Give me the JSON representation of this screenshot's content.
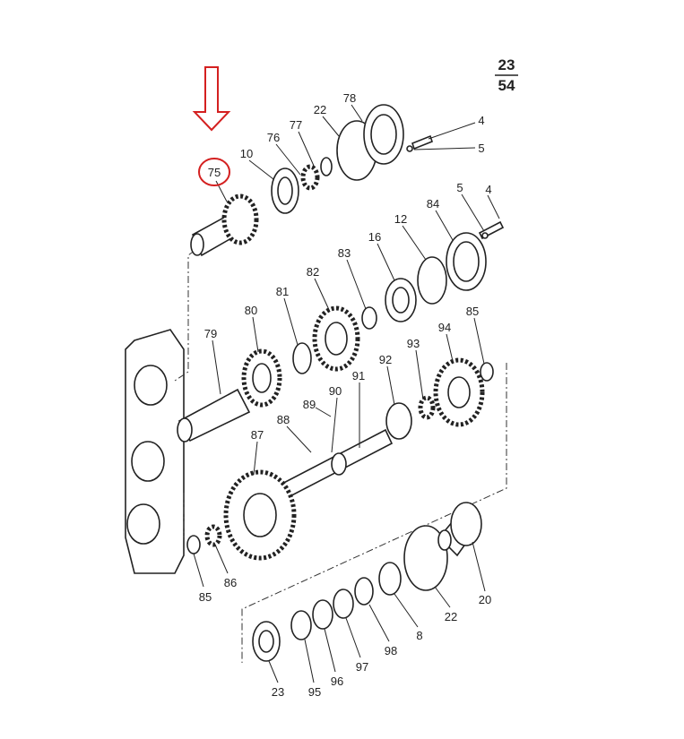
{
  "page": {
    "number": "23",
    "total": "54"
  },
  "highlight": {
    "part": "75",
    "color": "#d42020"
  },
  "parts": [
    "78",
    "22",
    "4",
    "5",
    "77",
    "76",
    "10",
    "75",
    "4",
    "5",
    "84",
    "12",
    "16",
    "83",
    "82",
    "81",
    "80",
    "79",
    "85",
    "94",
    "93",
    "92",
    "91",
    "90",
    "89",
    "88",
    "87",
    "85",
    "86",
    "20",
    "22",
    "8",
    "98",
    "97",
    "96",
    "95",
    "23"
  ]
}
